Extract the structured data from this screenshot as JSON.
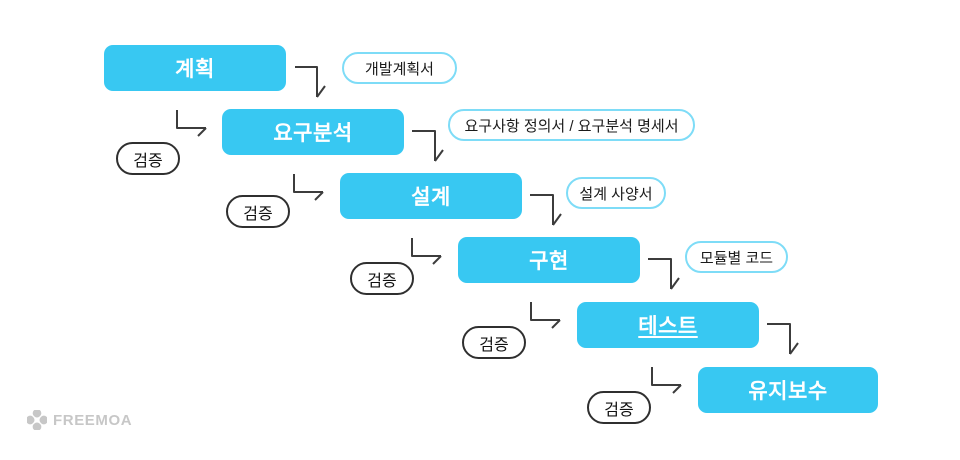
{
  "stages": [
    {
      "label": "계획"
    },
    {
      "label": "요구분석"
    },
    {
      "label": "설계"
    },
    {
      "label": "구현"
    },
    {
      "label": "테스트"
    },
    {
      "label": "유지보수"
    }
  ],
  "deliverables": [
    {
      "label": "개발계획서"
    },
    {
      "label": "요구사항 정의서 / 요구분석 명세서"
    },
    {
      "label": "설계 사양서"
    },
    {
      "label": "모듈별 코드"
    }
  ],
  "verification": {
    "label": "검증"
  },
  "footer": {
    "brand": "FREEMOA"
  },
  "colors": {
    "stage_fill": "#38C8F2",
    "stage_text": "#FFFFFF",
    "deliverable_border": "#7EDCF7",
    "verify_border": "#2F2F2F",
    "arrow": "#3C3C3C",
    "brand_gray": "#C7C7C7",
    "background": "#FFFFFF"
  }
}
